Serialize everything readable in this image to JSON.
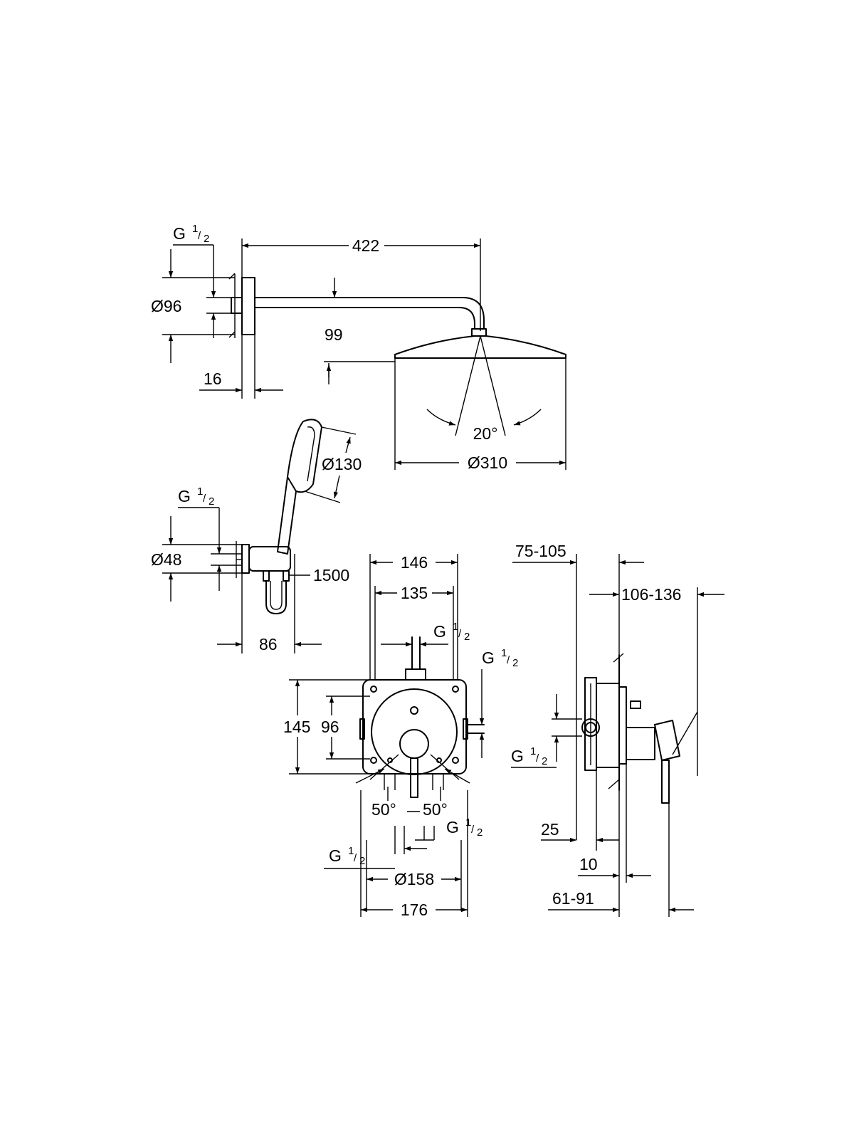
{
  "shower_head_set": {
    "thread_label": "G",
    "frac_num": "1",
    "frac_den": "2",
    "arm_length": "422",
    "flange_diameter": "Ø96",
    "height_drop": "99",
    "wall_offset": "16",
    "spray_angle": "20°",
    "head_diameter": "Ø310"
  },
  "hand_shower_set": {
    "thread_label": "G",
    "frac_num": "1",
    "frac_den": "2",
    "head_diameter": "Ø130",
    "elbow_diameter": "Ø48",
    "hose_length": "1500",
    "projection": "86"
  },
  "mixer_front": {
    "width_outer": "146",
    "width_inner": "135",
    "top_thread_label": "G",
    "top_frac_num": "1",
    "top_frac_den": "2",
    "right_thread_label": "G",
    "right_frac_num": "1",
    "right_frac_den": "2",
    "height_outer": "145",
    "height_inner": "96",
    "angle_left": "50°",
    "angle_right": "50°",
    "bottom_left_thread_label": "G",
    "bottom_left_frac_num": "1",
    "bottom_left_frac_den": "2",
    "bottom_right_thread_label": "G",
    "bottom_right_frac_num": "1",
    "bottom_right_frac_den": "2",
    "plate_diameter": "Ø158",
    "width_total": "176"
  },
  "mixer_side": {
    "depth_range_a": "75-105",
    "depth_range_b": "106-136",
    "thread_label": "G",
    "frac_num": "1",
    "frac_den": "2",
    "dim_25": "25",
    "dim_10": "10",
    "depth_range_c": "61-91"
  }
}
